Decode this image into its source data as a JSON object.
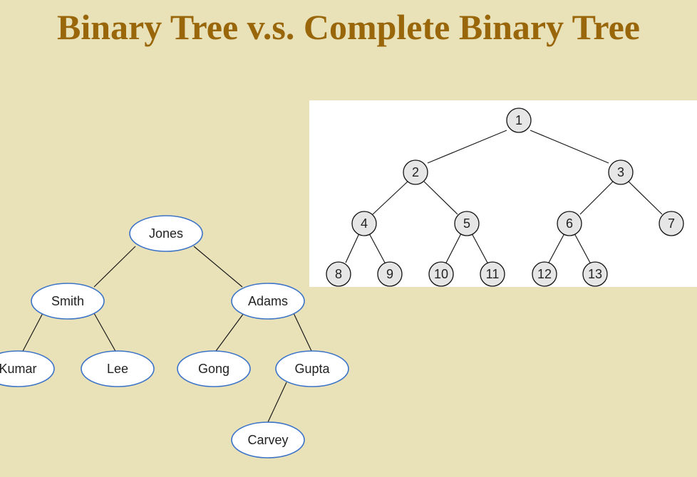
{
  "title": "Binary Tree v.s. Complete Binary Tree",
  "binary_tree": {
    "nodes": [
      "Jones",
      "Smith",
      "Adams",
      "Kumar",
      "Lee",
      "Gong",
      "Gupta",
      "Carvey"
    ],
    "edges": [
      [
        "Jones",
        "Smith"
      ],
      [
        "Jones",
        "Adams"
      ],
      [
        "Smith",
        "Kumar"
      ],
      [
        "Smith",
        "Lee"
      ],
      [
        "Adams",
        "Gong"
      ],
      [
        "Adams",
        "Gupta"
      ],
      [
        "Gupta",
        "Carvey"
      ]
    ]
  },
  "complete_tree": {
    "nodes": [
      "1",
      "2",
      "3",
      "4",
      "5",
      "6",
      "7",
      "8",
      "9",
      "10",
      "11",
      "12",
      "13"
    ],
    "edges": [
      [
        "1",
        "2"
      ],
      [
        "1",
        "3"
      ],
      [
        "2",
        "4"
      ],
      [
        "2",
        "5"
      ],
      [
        "3",
        "6"
      ],
      [
        "3",
        "7"
      ],
      [
        "4",
        "8"
      ],
      [
        "4",
        "9"
      ],
      [
        "5",
        "10"
      ],
      [
        "5",
        "11"
      ],
      [
        "6",
        "12"
      ],
      [
        "6",
        "13"
      ]
    ]
  }
}
